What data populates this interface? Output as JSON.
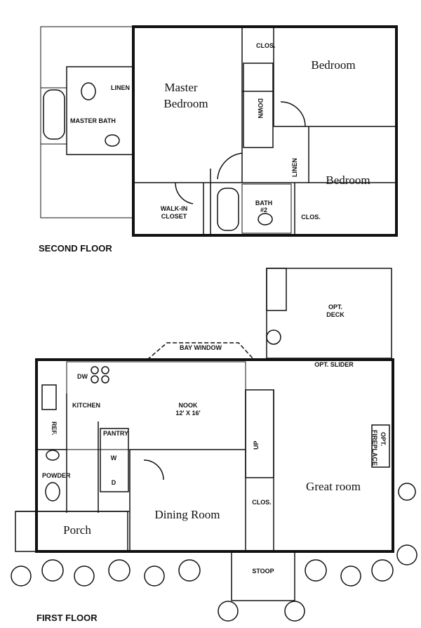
{
  "second_floor": {
    "caption": "SECOND FLOOR",
    "rooms": {
      "master_bedroom_1": "Master",
      "master_bedroom_2": "Bedroom",
      "bedroom_1": "Bedroom",
      "bedroom_2": "Bedroom",
      "master_bath": "MASTER BATH",
      "linen_1": "LINEN",
      "closet_1": "CLOS.",
      "down": "DOWN",
      "walkin_1": "WALK-IN",
      "walkin_2": "CLOSET",
      "bath2_1": "BATH",
      "bath2_2": "#2",
      "linen_2": "LINEN",
      "closet_2": "CLOS."
    }
  },
  "first_floor": {
    "caption": "FIRST FLOOR",
    "rooms": {
      "deck_1": "OPT.",
      "deck_2": "DECK",
      "bay_window": "BAY WINDOW",
      "slider": "OPT. SLIDER",
      "dw": "DW",
      "kitchen": "KITCHEN",
      "nook": "NOOK",
      "nook_size": "12' X 16'",
      "ref": "REF.",
      "pantry": "PANTRY",
      "washer": "W",
      "dryer": "D",
      "up": "UP",
      "fireplace_1": "OPT.",
      "fireplace_2": "FIREPLACE",
      "powder": "POWDER",
      "great_room": "Great room",
      "closet": "CLOS.",
      "dining_room": "Dining Room",
      "porch": "Porch",
      "stoop": "STOOP"
    }
  }
}
